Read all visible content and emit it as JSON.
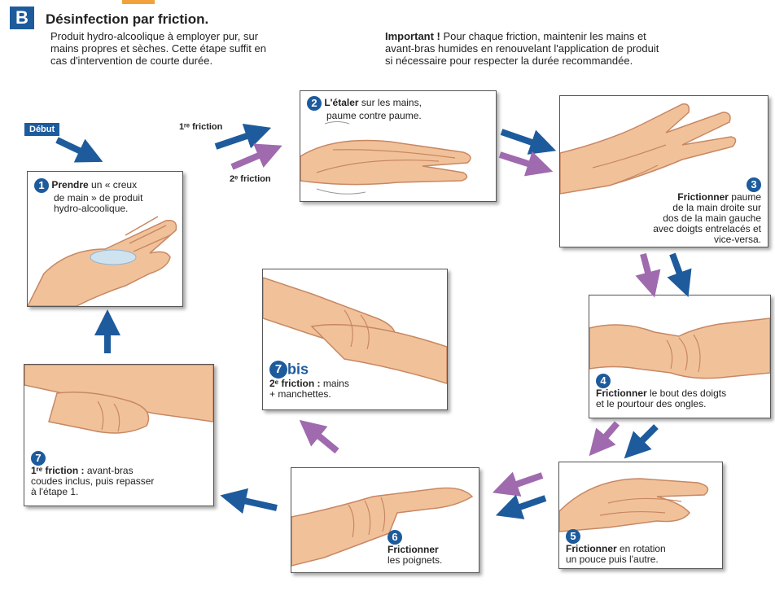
{
  "header": {
    "badge": "B",
    "title": "Désinfection par friction."
  },
  "intro_left": {
    "line1": "Produit hydro-alcoolique à employer pur, sur",
    "line2": "mains propres et sèches. Cette étape suffit en",
    "line3": "cas d'intervention de courte durée."
  },
  "intro_right": {
    "bold": "Important !",
    "line1_rest": " Pour chaque friction, maintenir les mains et",
    "line2": "avant-bras humides en renouvelant l'application de produit",
    "line3": "si nécessaire pour respecter la durée recommandée."
  },
  "labels": {
    "start": "Début",
    "first_friction": "1ʳᵉ friction",
    "second_friction": "2ᵉ friction"
  },
  "steps": {
    "s1": {
      "num": "1",
      "bold": "Prendre",
      "l1": " un « creux",
      "l2": "de main » de produit",
      "l3": "hydro-alcoolique."
    },
    "s2": {
      "num": "2",
      "bold": "L'étaler",
      "l1": " sur les mains,",
      "l2": "paume contre paume."
    },
    "s3": {
      "num": "3",
      "bold": "Frictionner",
      "l1": " paume",
      "l2": "de la main droite sur",
      "l3": "dos de la main gauche",
      "l4": "avec doigts entrelacés et",
      "l5": "vice-versa."
    },
    "s4": {
      "num": "4",
      "bold": "Frictionner",
      "l1": " le bout des doigts",
      "l2": "et le pourtour des ongles."
    },
    "s5": {
      "num": "5",
      "bold": "Frictionner",
      "l1": " en rotation",
      "l2": "un pouce puis l'autre."
    },
    "s6": {
      "num": "6",
      "bold": "Frictionner",
      "l2": "les poignets."
    },
    "s7bis": {
      "num": "7",
      "suffix": "bis",
      "bold": "2ᵉ friction :",
      "l1": " mains",
      "l2": "+ manchettes."
    },
    "s7": {
      "num": "7",
      "bold": "1ʳᵉ friction :",
      "l1": " avant-bras",
      "l2": "coudes inclus, puis repasser",
      "l3": "à l'étape 1."
    }
  },
  "colors": {
    "blue_arrow": "#1d5b9d",
    "purple_arrow": "#a06aae",
    "skin": "#f1c29a",
    "skin_shadow": "#d9936a",
    "badge": "#1d5b9d"
  }
}
